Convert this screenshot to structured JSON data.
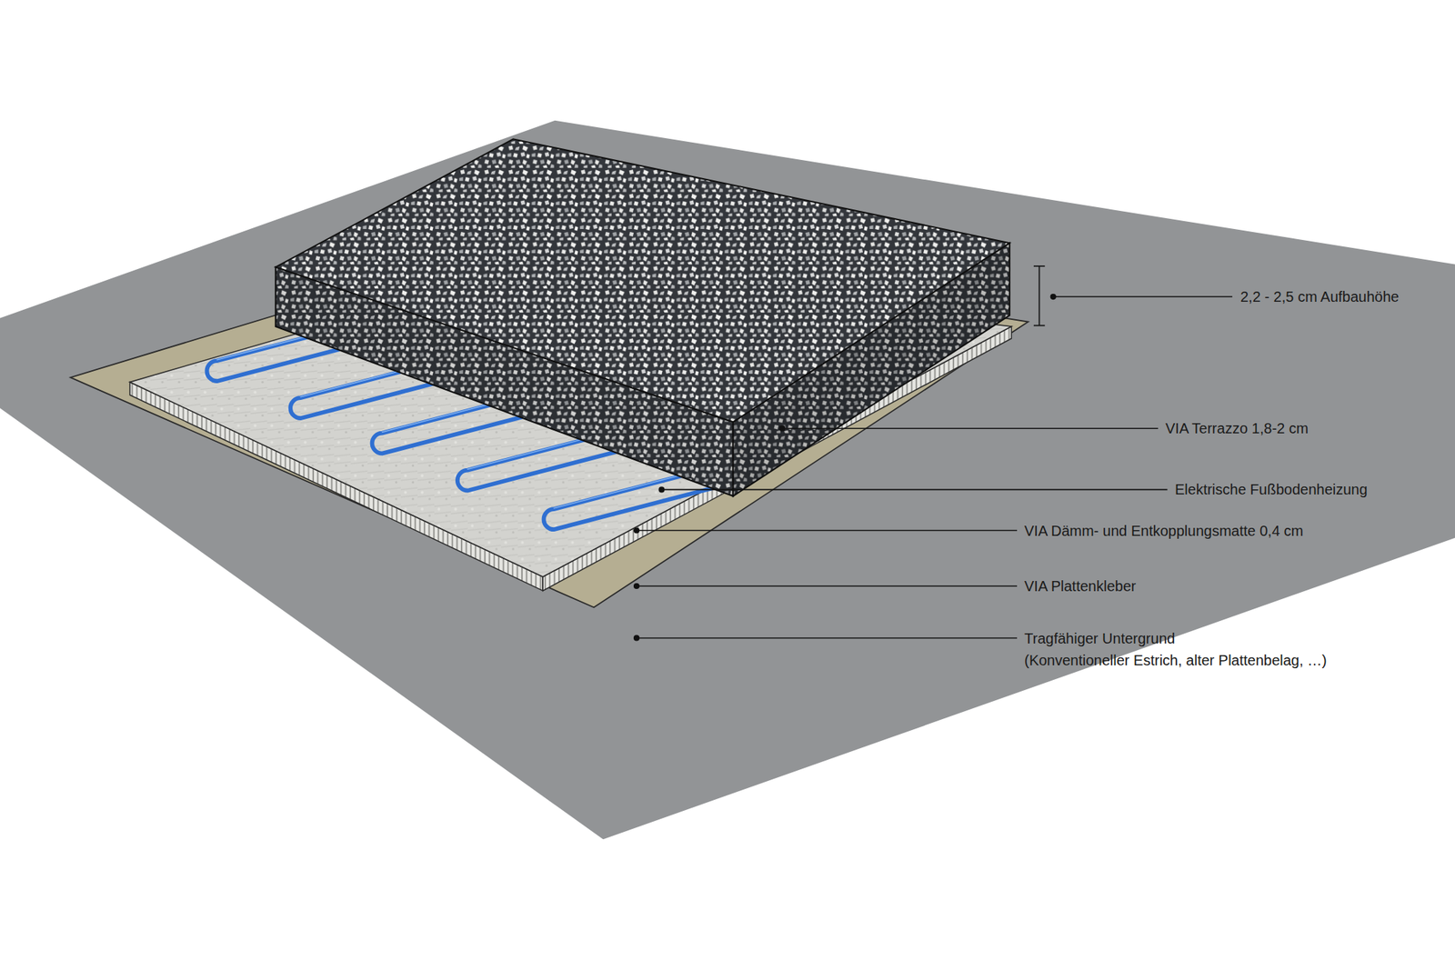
{
  "diagram": {
    "labels": [
      "2,2 - 2,5 cm Aufbauhöhe",
      "VIA Terrazzo 1,8-2 cm",
      "Elektrische Fußbodenheizung",
      "VIA Dämm- und Entkopplungsmatte 0,4 cm",
      "VIA Plattenkleber",
      "Tragfähiger Untergrund (Konventioneller Estrich, alter Plattenbelag, …)"
    ]
  }
}
